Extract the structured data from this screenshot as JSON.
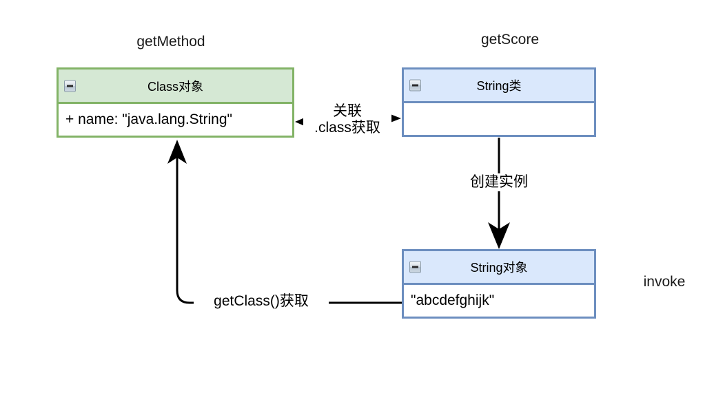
{
  "diagram": {
    "type": "uml-object-diagram",
    "background": "#ffffff",
    "palette": {
      "green_border": "#82b366",
      "green_fill": "#d5e8d4",
      "blue_border": "#6c8ebf",
      "blue_fill": "#dae8fc",
      "line": "#000000",
      "text": "#000000"
    }
  },
  "captions": {
    "get_method": "getMethod",
    "get_score": "getScore",
    "invoke": "invoke"
  },
  "boxes": {
    "class_object": {
      "title": "Class对象",
      "attribute": "+ name: \"java.lang.String\"",
      "collapse_icon": "collapse-minus-icon",
      "border_color": "#82b366",
      "header_color": "#d5e8d4"
    },
    "string_class": {
      "title": "String类",
      "attribute": "",
      "collapse_icon": "collapse-minus-icon",
      "border_color": "#6c8ebf",
      "header_color": "#dae8fc"
    },
    "string_object": {
      "title": "String对象",
      "attribute": "\"abcdefghijk\"",
      "collapse_icon": "collapse-minus-icon",
      "border_color": "#6c8ebf",
      "header_color": "#dae8fc"
    }
  },
  "edges": {
    "association": {
      "label_line1": "关联",
      "label_line2": ".class获取",
      "from": "string_class",
      "to": "class_object"
    },
    "create_instance": {
      "label": "创建实例",
      "from": "string_class",
      "to": "string_object"
    },
    "get_class": {
      "label": "getClass()获取",
      "from": "string_object",
      "to": "class_object"
    }
  }
}
